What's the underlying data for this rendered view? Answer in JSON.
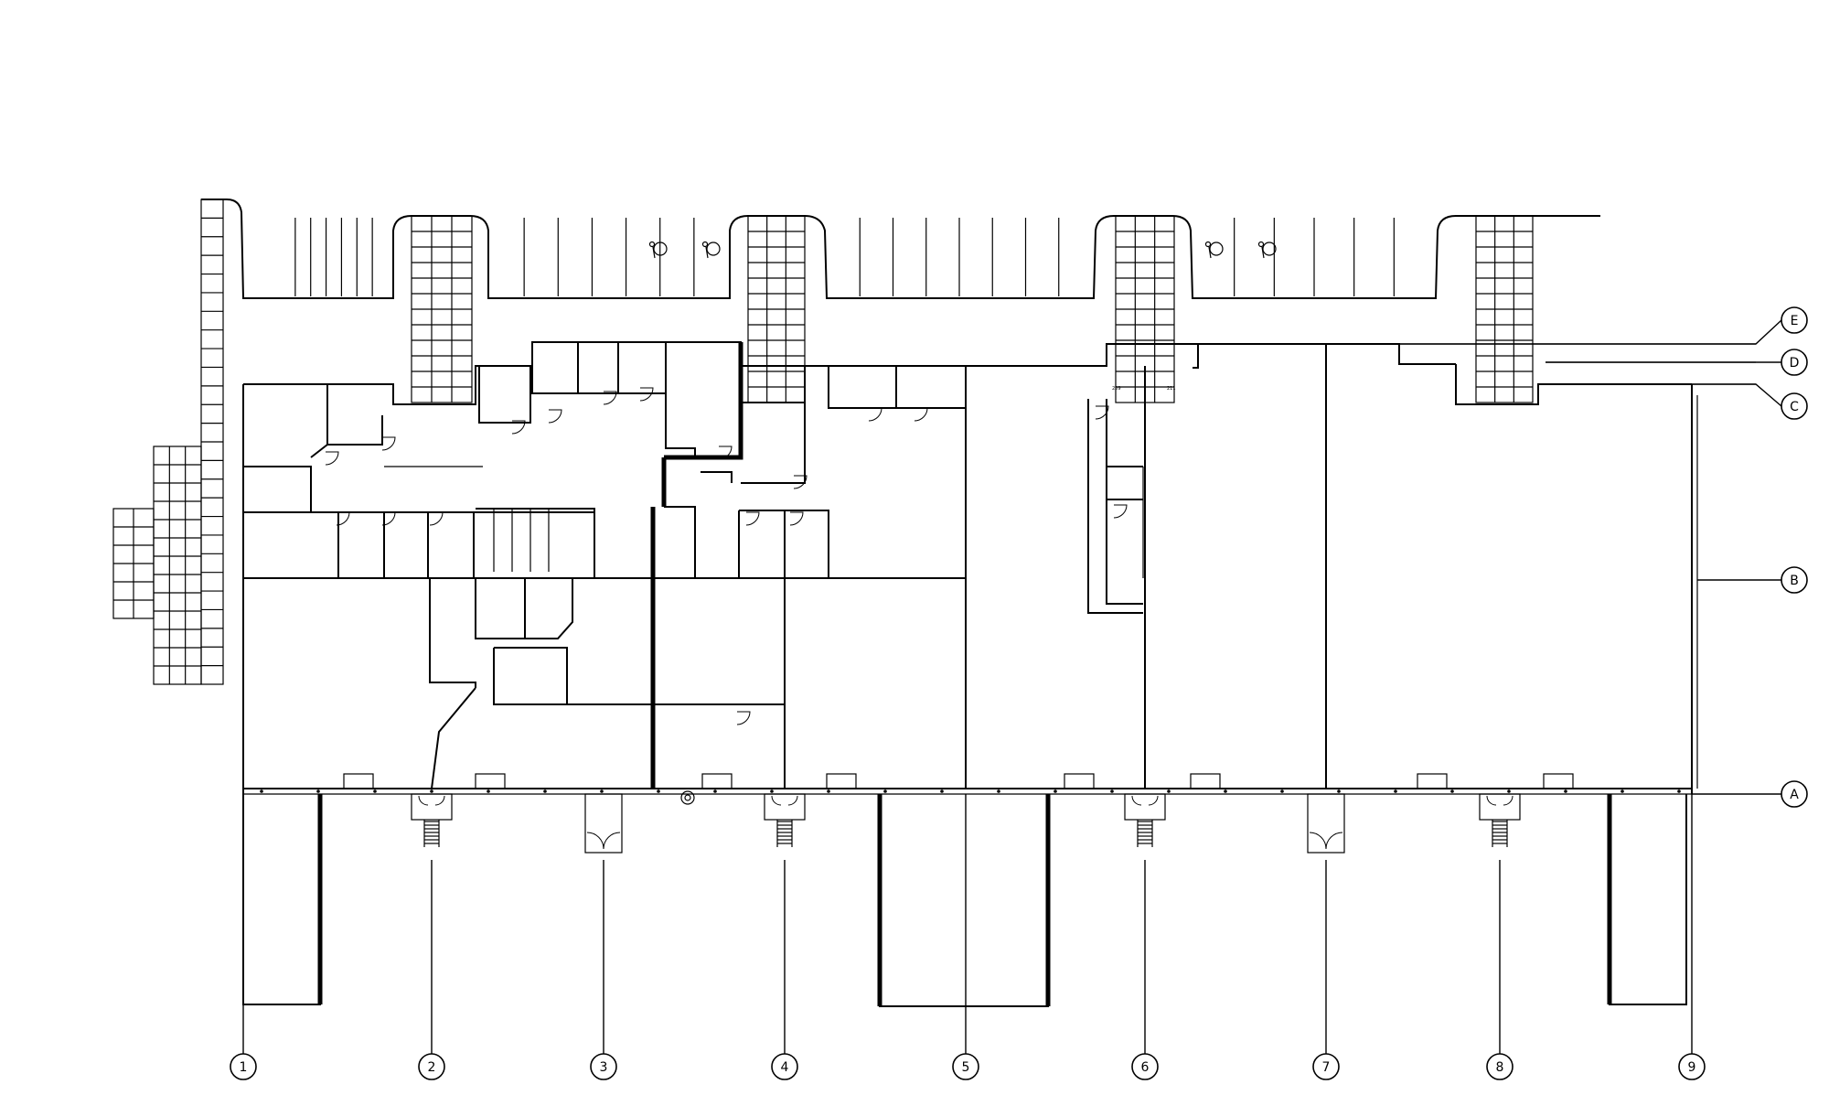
{
  "drawing": {
    "column_grid": [
      "1",
      "2",
      "3",
      "4",
      "5",
      "6",
      "7",
      "8",
      "9"
    ],
    "row_grid": [
      "E",
      "D",
      "C",
      "B",
      "A"
    ],
    "room_tags": [
      "209",
      "211"
    ],
    "symbols": {
      "accessible_parking": "wheelchair-icon",
      "entry_stairs": "stair-icon",
      "double_doors": "double-door-icon"
    }
  }
}
